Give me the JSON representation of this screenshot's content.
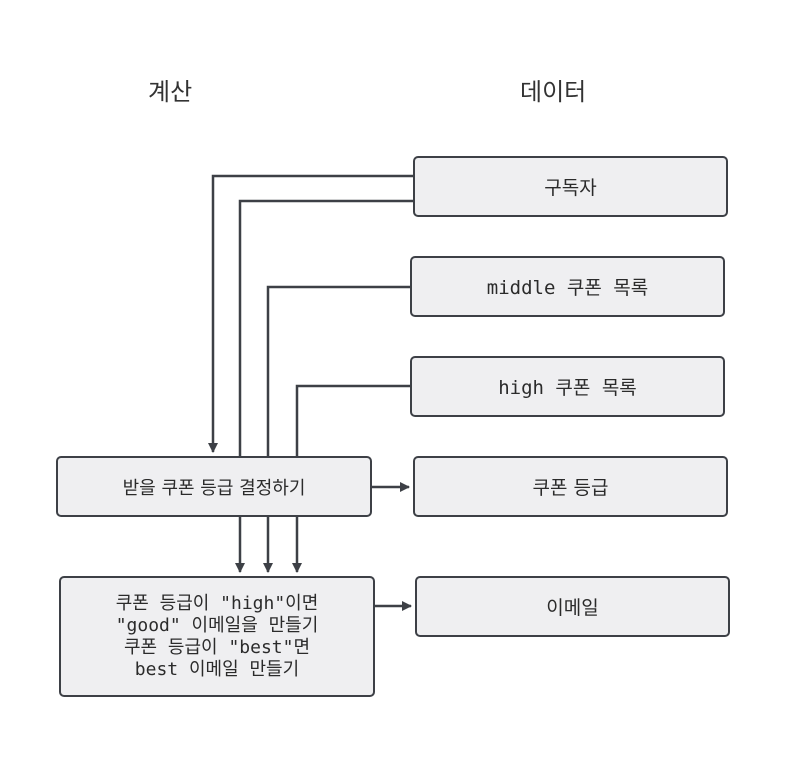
{
  "headers": {
    "compute": "계산",
    "data": "데이터"
  },
  "data_boxes": {
    "subscribers": "구독자",
    "middle_coupons": "middle 쿠폰 목록",
    "high_coupons": "high 쿠폰 목록",
    "coupon_grade": "쿠폰 등급",
    "email": "이메일"
  },
  "compute_boxes": {
    "decide_grade": "받을 쿠폰 등급 결정하기",
    "make_email": "쿠폰 등급이 \"high\"이면\n\"good\" 이메일을 만들기\n쿠폰 등급이 \"best\"면\nbest 이메일 만들기"
  },
  "colors": {
    "box_fill": "#efeff1",
    "box_border": "#3d4046",
    "line": "#3d4046"
  }
}
